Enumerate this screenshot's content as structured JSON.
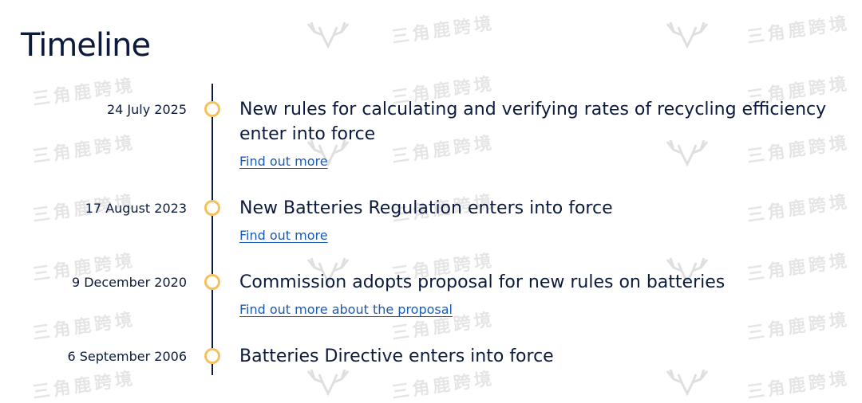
{
  "page": {
    "title": "Timeline"
  },
  "watermark": {
    "text": "三角鹿跨境"
  },
  "events": [
    {
      "date": "24 July 2025",
      "title": "New rules for calculating and verifying rates of recycling efficiency enter into force",
      "link": "Find out more"
    },
    {
      "date": "17 August 2023",
      "title": "New Batteries Regulation enters into force",
      "link": "Find out more"
    },
    {
      "date": "9 December 2020",
      "title": "Commission adopts proposal for new rules on batteries",
      "link": "Find out more about the proposal"
    },
    {
      "date": "6 September 2006",
      "title": "Batteries Directive enters into force"
    }
  ],
  "colors": {
    "text": "#0c1b3d",
    "link": "#1a5bb5",
    "dot_border": "#f5c15c",
    "line": "#0c1b3d"
  }
}
